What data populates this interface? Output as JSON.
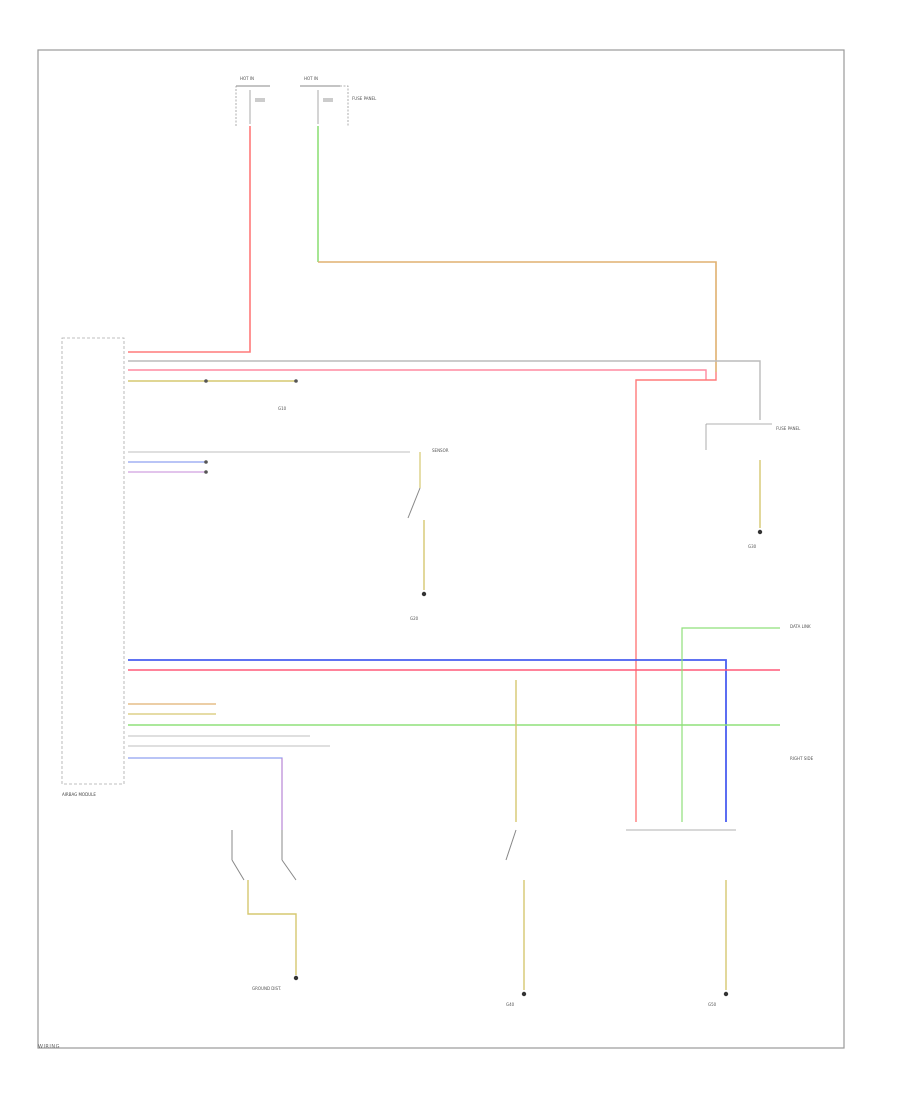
{
  "colors": {
    "red": "#ff7a7a",
    "pink": "#ff5a78",
    "green": "#8fe07a",
    "orange": "#e0b070",
    "yellow": "#d6c870",
    "blue": "#4a5ef0",
    "purple": "#c080d0",
    "gray": "#bbbbbb"
  },
  "diagram": {
    "labels": {
      "fuse_top_left": "HOT IN",
      "fuse_top_right": "HOT IN",
      "fuse_panel": "FUSE PANEL",
      "module": "AIRBAG MODULE",
      "ground_top": "G10",
      "ground_switch": "G20",
      "ground_right": "G30",
      "ground_bottom_center": "G40",
      "ground_bottom_right": "G50",
      "data_link": "DATA LINK",
      "right_side_label": "RIGHT SIDE",
      "sensor_label": "SENSOR",
      "ground_dist": "GROUND DIST.",
      "footer": "WIRING"
    }
  }
}
